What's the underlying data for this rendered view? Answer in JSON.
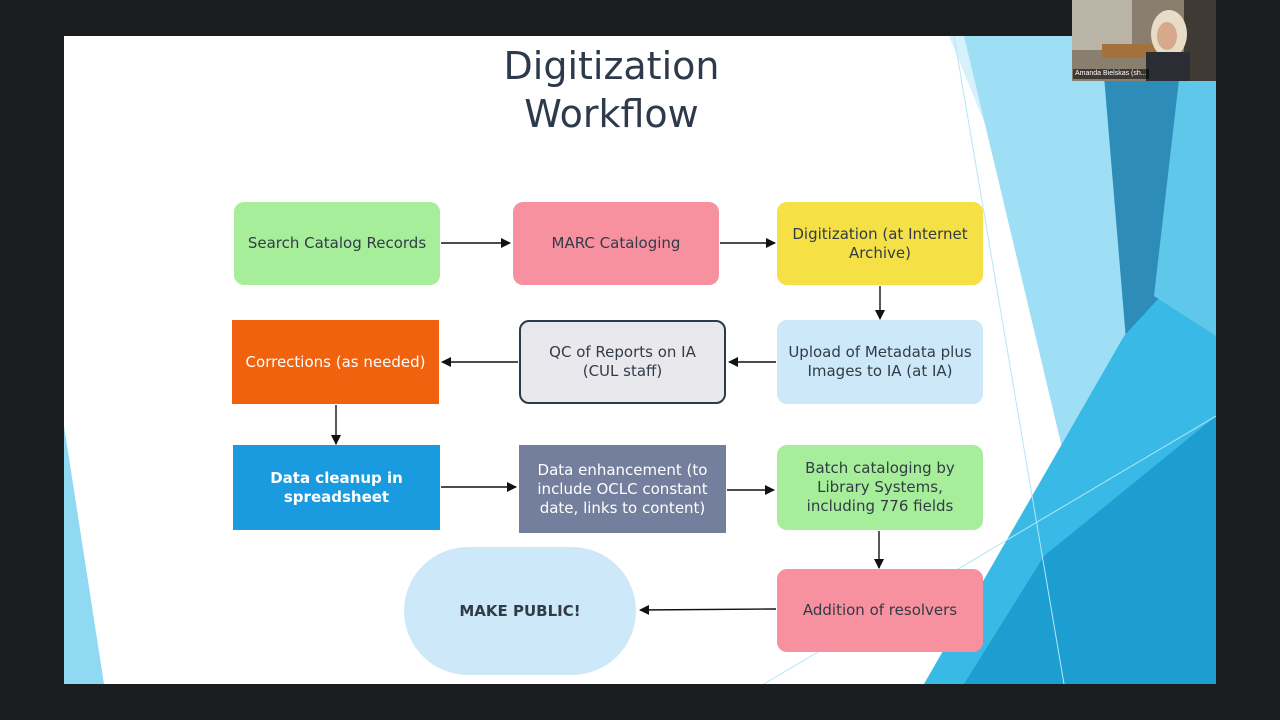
{
  "slide": {
    "title_line1": "Digitization",
    "title_line2": "Workflow"
  },
  "steps": {
    "search_catalog": "Search Catalog Records",
    "marc_cataloging": "MARC Cataloging",
    "digitization": "Digitization (at Internet Archive)",
    "upload_metadata": "Upload of Metadata plus Images to IA (at IA)",
    "qc_reports": "QC of Reports on IA (CUL staff)",
    "corrections": "Corrections (as needed)",
    "data_cleanup": "Data cleanup in spreadsheet",
    "data_enhancement": "Data enhancement (to include OCLC constant date, links to content)",
    "batch_cataloging": "Batch cataloging by Library Systems, including 776 fields",
    "addition_resolvers": "Addition of resolvers",
    "make_public": "MAKE PUBLIC!"
  },
  "colors": {
    "green": "#a6ee9a",
    "pink": "#f7909f",
    "yellow": "#f5e046",
    "light_blue": "#cde9f9",
    "gray_box": "#e9e8ec",
    "orange": "#f0620d",
    "blue": "#1a9be0",
    "slate": "#737f9c"
  },
  "video": {
    "participant_name": "Amanda Bielskas (sh..."
  }
}
